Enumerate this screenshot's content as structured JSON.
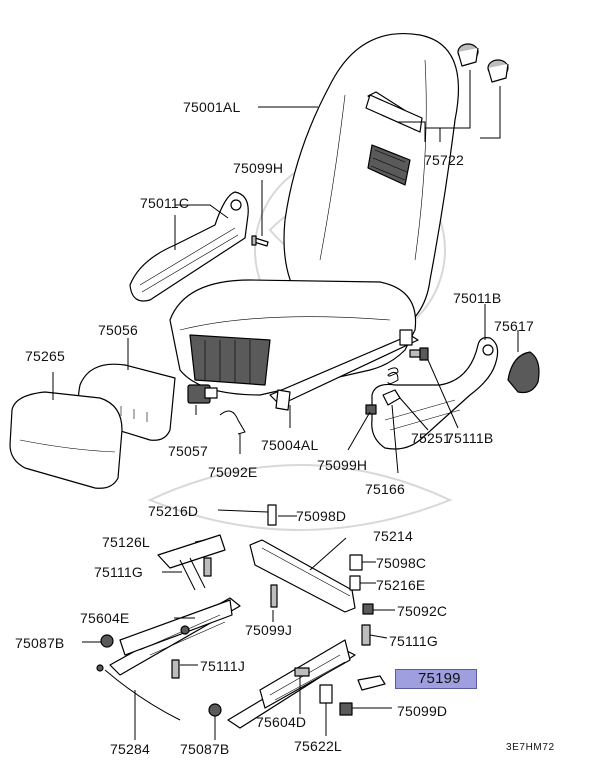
{
  "diagram_code": "3E7HM72",
  "labels": {
    "p75001AL": "75001AL",
    "p75722": "75722",
    "p75099H_top": "75099H",
    "p75011C": "75011C",
    "p75056": "75056",
    "p75265": "75265",
    "p75011B": "75011B",
    "p75617": "75617",
    "p75111B": "75111B",
    "p75251": "75251",
    "p75057": "75057",
    "p75092E": "75092E",
    "p75004AL": "75004AL",
    "p75099H_mid": "75099H",
    "p75166": "75166",
    "p75216D": "75216D",
    "p75098D": "75098D",
    "p75214": "75214",
    "p75126L": "75126L",
    "p75098C": "75098C",
    "p75111G_left": "75111G",
    "p75216E": "75216E",
    "p75092C": "75092C",
    "p75604E": "75604E",
    "p75099J": "75099J",
    "p75087B_left": "75087B",
    "p75111G_right": "75111G",
    "p75111J": "75111J",
    "p75199": "75199",
    "p75099D": "75099D",
    "p75604D": "75604D",
    "p75284": "75284",
    "p75087B_bottom": "75087B",
    "p75622L": "75622L"
  },
  "colors": {
    "highlight": "#9f9fe0",
    "line": "#000000",
    "fill_dark": "#5a5a5a",
    "fill_mid": "#bdbdbd"
  }
}
